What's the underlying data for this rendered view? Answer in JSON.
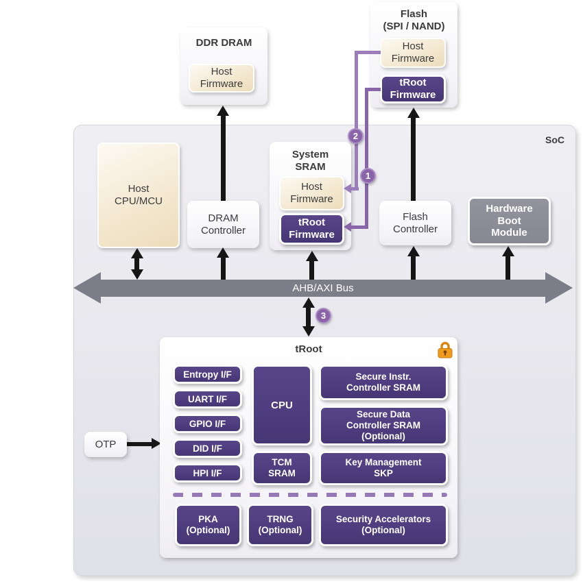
{
  "colors": {
    "purple_block": "#4e3d7f",
    "purple_flow_1": "#8765a8",
    "purple_flow_2": "#9b7db9",
    "lock_orange": "#ef9b1e",
    "bus_gray": "#7d7d89",
    "module_gray": "#8b8b97",
    "cream": "#f0e3c6"
  },
  "soc": {
    "label": "SoC"
  },
  "external": {
    "ddr_dram": {
      "title": "DDR DRAM",
      "host_firmware": "Host\nFirmware"
    },
    "flash": {
      "title": "Flash\n(SPI / NAND)",
      "host_firmware": "Host\nFirmware",
      "troot_firmware": "tRoot\nFirmware"
    }
  },
  "soc_blocks": {
    "host_cpu": "Host\nCPU/MCU",
    "dram_controller": "DRAM\nController",
    "system_sram": {
      "title": "System\nSRAM",
      "host_firmware": "Host\nFirmware",
      "troot_firmware": "tRoot\nFirmware"
    },
    "flash_controller": "Flash\nController",
    "hardware_boot_module": "Hardware\nBoot\nModule",
    "otp": "OTP"
  },
  "bus": {
    "label": "AHB/AXI Bus"
  },
  "steps": {
    "one": "1",
    "two": "2",
    "three": "3"
  },
  "troot": {
    "title": "tRoot",
    "interfaces": [
      "Entropy I/F",
      "UART I/F",
      "GPIO I/F",
      "DID I/F",
      "HPI I/F"
    ],
    "cpu": "CPU",
    "tcm_sram": "TCM\nSRAM",
    "secure_instr_sram": "Secure Instr.\nController SRAM",
    "secure_data_sram": "Secure Data\nController SRAM\n(Optional)",
    "key_management": "Key Management\nSKP",
    "pka": "PKA\n(Optional)",
    "trng": "TRNG\n(Optional)",
    "security_accelerators": "Security Accelerators\n(Optional)"
  }
}
